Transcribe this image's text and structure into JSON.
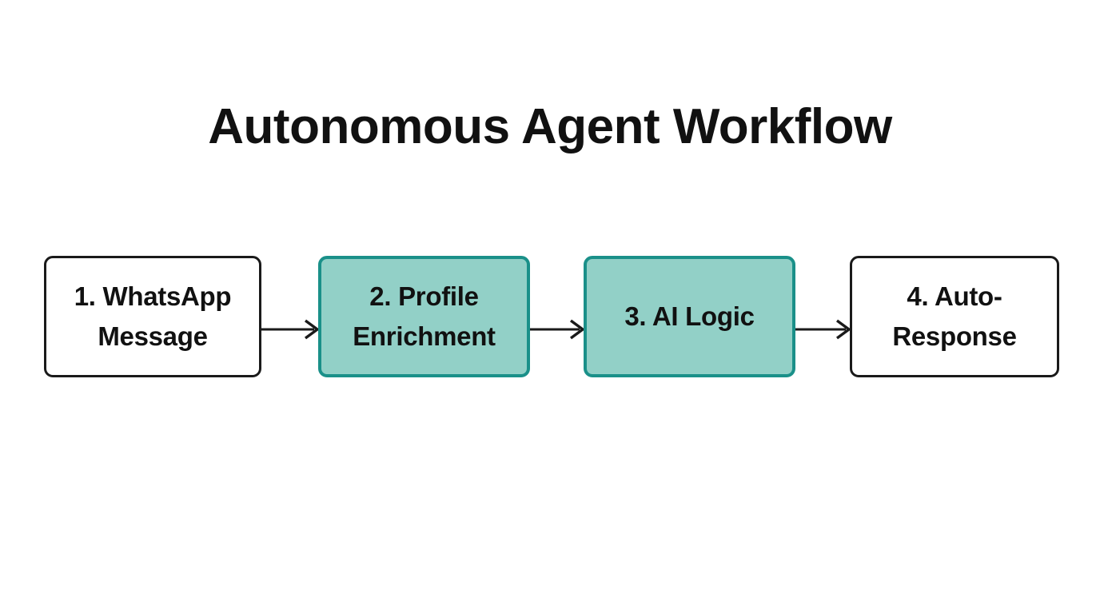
{
  "diagram": {
    "title": "Autonomous Agent Workflow",
    "type": "flowchart",
    "orientation": "left-to-right",
    "background_color": "#ffffff",
    "colors": {
      "accent_fill": "#92d0c7",
      "accent_border": "#1a9089",
      "plain_fill": "#ffffff",
      "plain_border": "#1a1a1a",
      "text": "#111111",
      "arrow": "#1a1a1a"
    },
    "nodes": [
      {
        "id": "node-1",
        "label": "1. WhatsApp\nMessage",
        "style": "plain",
        "highlighted": false
      },
      {
        "id": "node-2",
        "label": "2. Profile\nEnrichment",
        "style": "accent",
        "highlighted": true
      },
      {
        "id": "node-3",
        "label": "3. AI Logic",
        "style": "accent",
        "highlighted": true
      },
      {
        "id": "node-4",
        "label": "4. Auto-\nResponse",
        "style": "plain",
        "highlighted": false
      }
    ],
    "connectors": [
      {
        "id": "arrow-1",
        "from": "node-1",
        "to": "node-2",
        "icon": "arrow-right-icon"
      },
      {
        "id": "arrow-2",
        "from": "node-2",
        "to": "node-3",
        "icon": "arrow-right-icon"
      },
      {
        "id": "arrow-3",
        "from": "node-3",
        "to": "node-4",
        "icon": "arrow-right-icon"
      }
    ]
  }
}
